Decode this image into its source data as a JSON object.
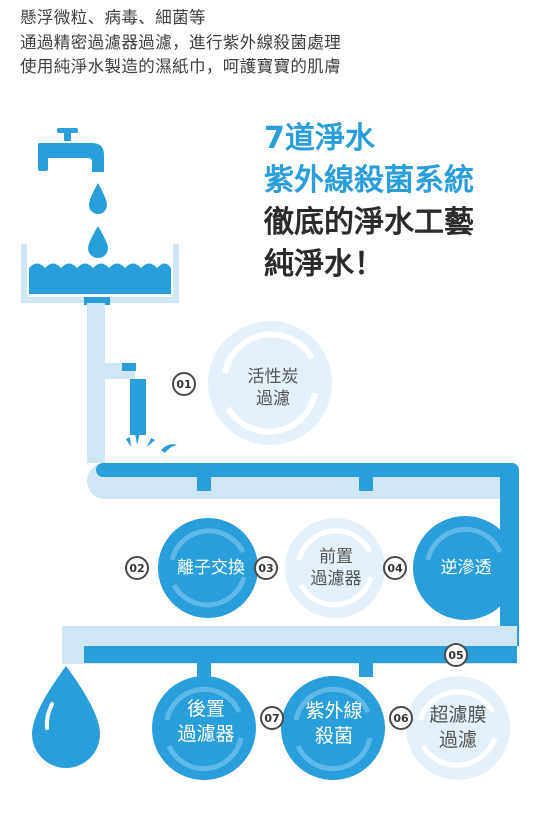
{
  "intro_lines": [
    "懸浮微粒、病毒、細菌等",
    "通過精密過濾器過濾，進行紫外線殺菌處理",
    "使用純淨水製造的濕紙巾，呵護寶寶的肌膚"
  ],
  "headline": {
    "line1": "7道淨水",
    "line2": "紫外線殺菌系統",
    "line3": "徹底的淨水工藝",
    "line4": "純淨水！"
  },
  "stages": [
    {
      "number": "01",
      "line1": "活性炭",
      "line2": "過濾"
    },
    {
      "number": "02",
      "line1": "離子交換",
      "line2": ""
    },
    {
      "number": "03",
      "line1": "前置",
      "line2": "過濾器"
    },
    {
      "number": "04",
      "line1": "逆滲透",
      "line2": ""
    },
    {
      "number": "05",
      "line1": "超濾膜",
      "line2": "過濾"
    },
    {
      "number": "06",
      "line1": "紫外線",
      "line2": "殺菌"
    },
    {
      "number": "07",
      "line1": "後置",
      "line2": "過濾器"
    }
  ],
  "colors": {
    "water_blue": "#2a9edb",
    "pipe_light": "#cfe6f4",
    "circle_light": "#e4f1fa",
    "text_dark": "#3f3f3f"
  },
  "icons": [
    "faucet-icon",
    "water-drop-icon",
    "water-basin-icon",
    "large-water-drop-icon"
  ]
}
